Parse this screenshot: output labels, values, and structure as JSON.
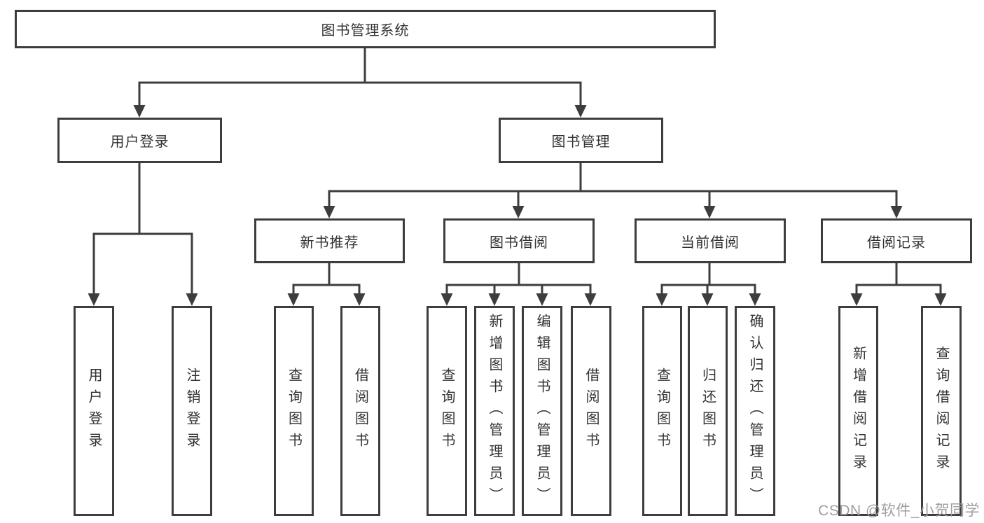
{
  "diagram": {
    "title": "图书管理系统",
    "watermark": "CSDN @软件_小贺同学",
    "colors": {
      "line": "#3d3d3d",
      "text": "#333333",
      "watermark": "#9e9e9e",
      "background": "#ffffff"
    },
    "nodes": {
      "root": {
        "label": "图书管理系统"
      },
      "user_login": {
        "label": "用户登录"
      },
      "book_mgmt": {
        "label": "图书管理"
      },
      "new_book": {
        "label": "新书推荐"
      },
      "book_borrow": {
        "label": "图书借阅"
      },
      "current_borrow": {
        "label": "当前借阅"
      },
      "borrow_record": {
        "label": "借阅记录"
      },
      "leaf_user_login": {
        "label": "用户登录"
      },
      "leaf_logout": {
        "label": "注销登录"
      },
      "leaf_query_rec": {
        "label": "查询图书"
      },
      "leaf_borrow_rec": {
        "label": "借阅图书"
      },
      "leaf_query_bb": {
        "label": "查询图书"
      },
      "leaf_add_book": {
        "label": "新增图书（管理员）"
      },
      "leaf_edit_book": {
        "label": "编辑图书（管理员）"
      },
      "leaf_borrow_bb": {
        "label": "借阅图书"
      },
      "leaf_query_cur": {
        "label": "查询图书"
      },
      "leaf_return_book": {
        "label": "归还图书"
      },
      "leaf_confirm_return": {
        "label": "确认归还（管理员）"
      },
      "leaf_add_record": {
        "label": "新增借阅记录"
      },
      "leaf_query_record": {
        "label": "查询借阅记录"
      }
    },
    "tree": {
      "label": "图书管理系统",
      "children": [
        {
          "label": "用户登录",
          "children": [
            {
              "label": "用户登录"
            },
            {
              "label": "注销登录"
            }
          ]
        },
        {
          "label": "图书管理",
          "children": [
            {
              "label": "新书推荐",
              "children": [
                {
                  "label": "查询图书"
                },
                {
                  "label": "借阅图书"
                }
              ]
            },
            {
              "label": "图书借阅",
              "children": [
                {
                  "label": "查询图书"
                },
                {
                  "label": "新增图书（管理员）"
                },
                {
                  "label": "编辑图书（管理员）"
                },
                {
                  "label": "借阅图书"
                }
              ]
            },
            {
              "label": "当前借阅",
              "children": [
                {
                  "label": "查询图书"
                },
                {
                  "label": "归还图书"
                },
                {
                  "label": "确认归还（管理员）"
                }
              ]
            },
            {
              "label": "借阅记录",
              "children": [
                {
                  "label": "新增借阅记录"
                },
                {
                  "label": "查询借阅记录"
                }
              ]
            }
          ]
        }
      ]
    }
  }
}
